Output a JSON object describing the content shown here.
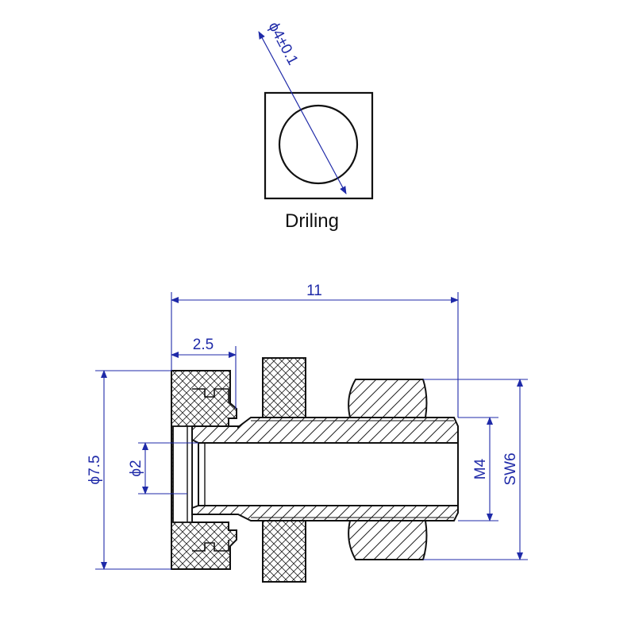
{
  "drilling": {
    "caption": "Driling",
    "hole_label": "ϕ4±0.1"
  },
  "dimensions": {
    "overall_length": "11",
    "head_thickness": "2.5",
    "head_diameter": "ϕ7.5",
    "bore_diameter": "ϕ2",
    "thread": "M4",
    "nut_size": "SW6"
  },
  "colors": {
    "outline": "#111111",
    "dimension": "#1f2aa8",
    "hatch": "#222222",
    "background": "#ffffff"
  }
}
